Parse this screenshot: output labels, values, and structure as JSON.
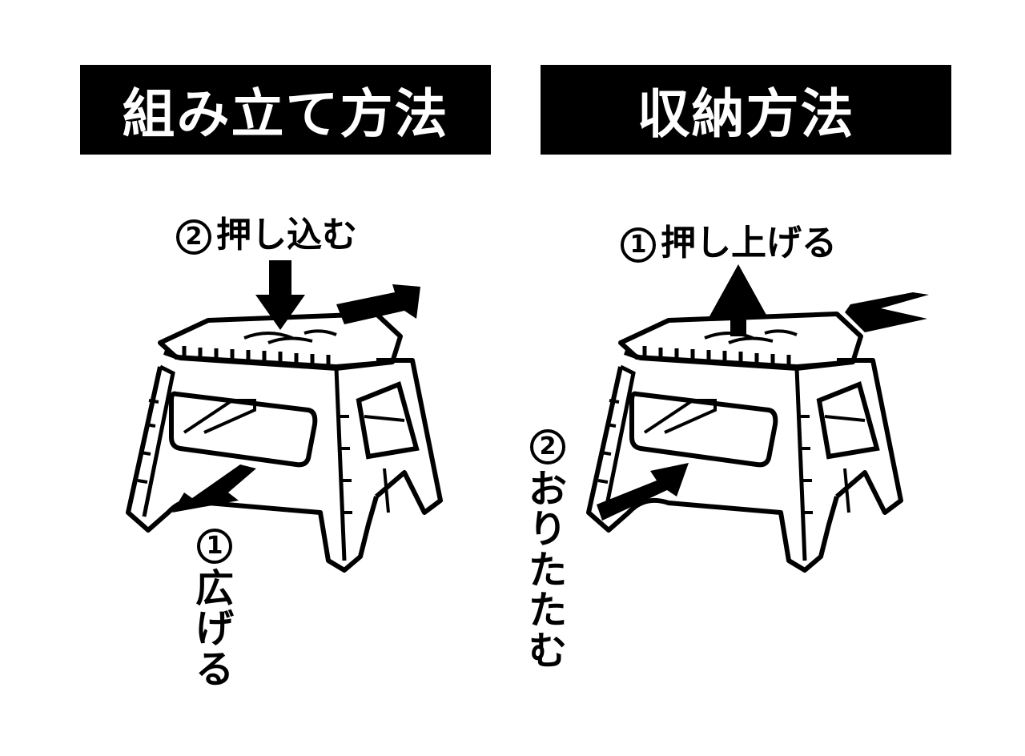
{
  "panels": {
    "left": {
      "title": "組み立て方法",
      "step_push": {
        "number": "2",
        "text": "押し込む"
      },
      "step_spread": {
        "number": "1",
        "chars": [
          "広",
          "げ",
          "る"
        ]
      }
    },
    "right": {
      "title": "収納方法",
      "step_lift": {
        "number": "1",
        "text": "押し上げる"
      },
      "step_fold": {
        "number": "2",
        "chars": [
          "お",
          "り",
          "た",
          "た",
          "む"
        ]
      }
    }
  }
}
